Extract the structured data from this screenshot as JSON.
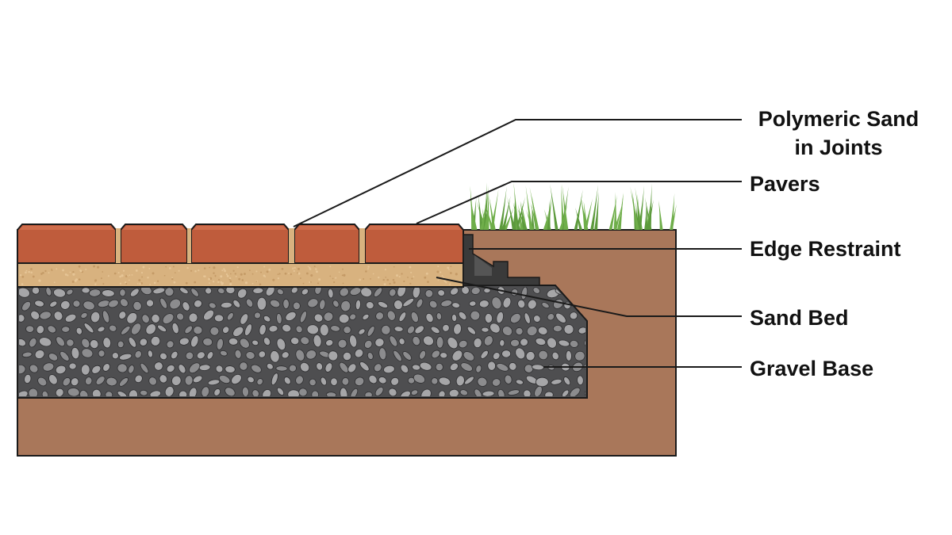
{
  "labels": {
    "polymeric_sand_line1": "Polymeric Sand",
    "polymeric_sand_line2": "in Joints",
    "pavers": "Pavers",
    "edge_restraint": "Edge Restraint",
    "sand_bed": "Sand Bed",
    "gravel_base": "Gravel Base"
  },
  "colors": {
    "soil": "#a9775a",
    "paver": "#bf5c3c",
    "paver_top": "#cf6d4c",
    "sand": "#d8b27f",
    "gravel_bg": "#4e4e50",
    "stone_light": "#a6a6a8",
    "stone_mid": "#8c8c8e",
    "restraint": "#3a3a3a",
    "grass": "#6fae4a",
    "outline": "#1a1a1a"
  },
  "icons": [
    "grass-tuft",
    "edge-restraint-bracket",
    "gravel-stones"
  ]
}
